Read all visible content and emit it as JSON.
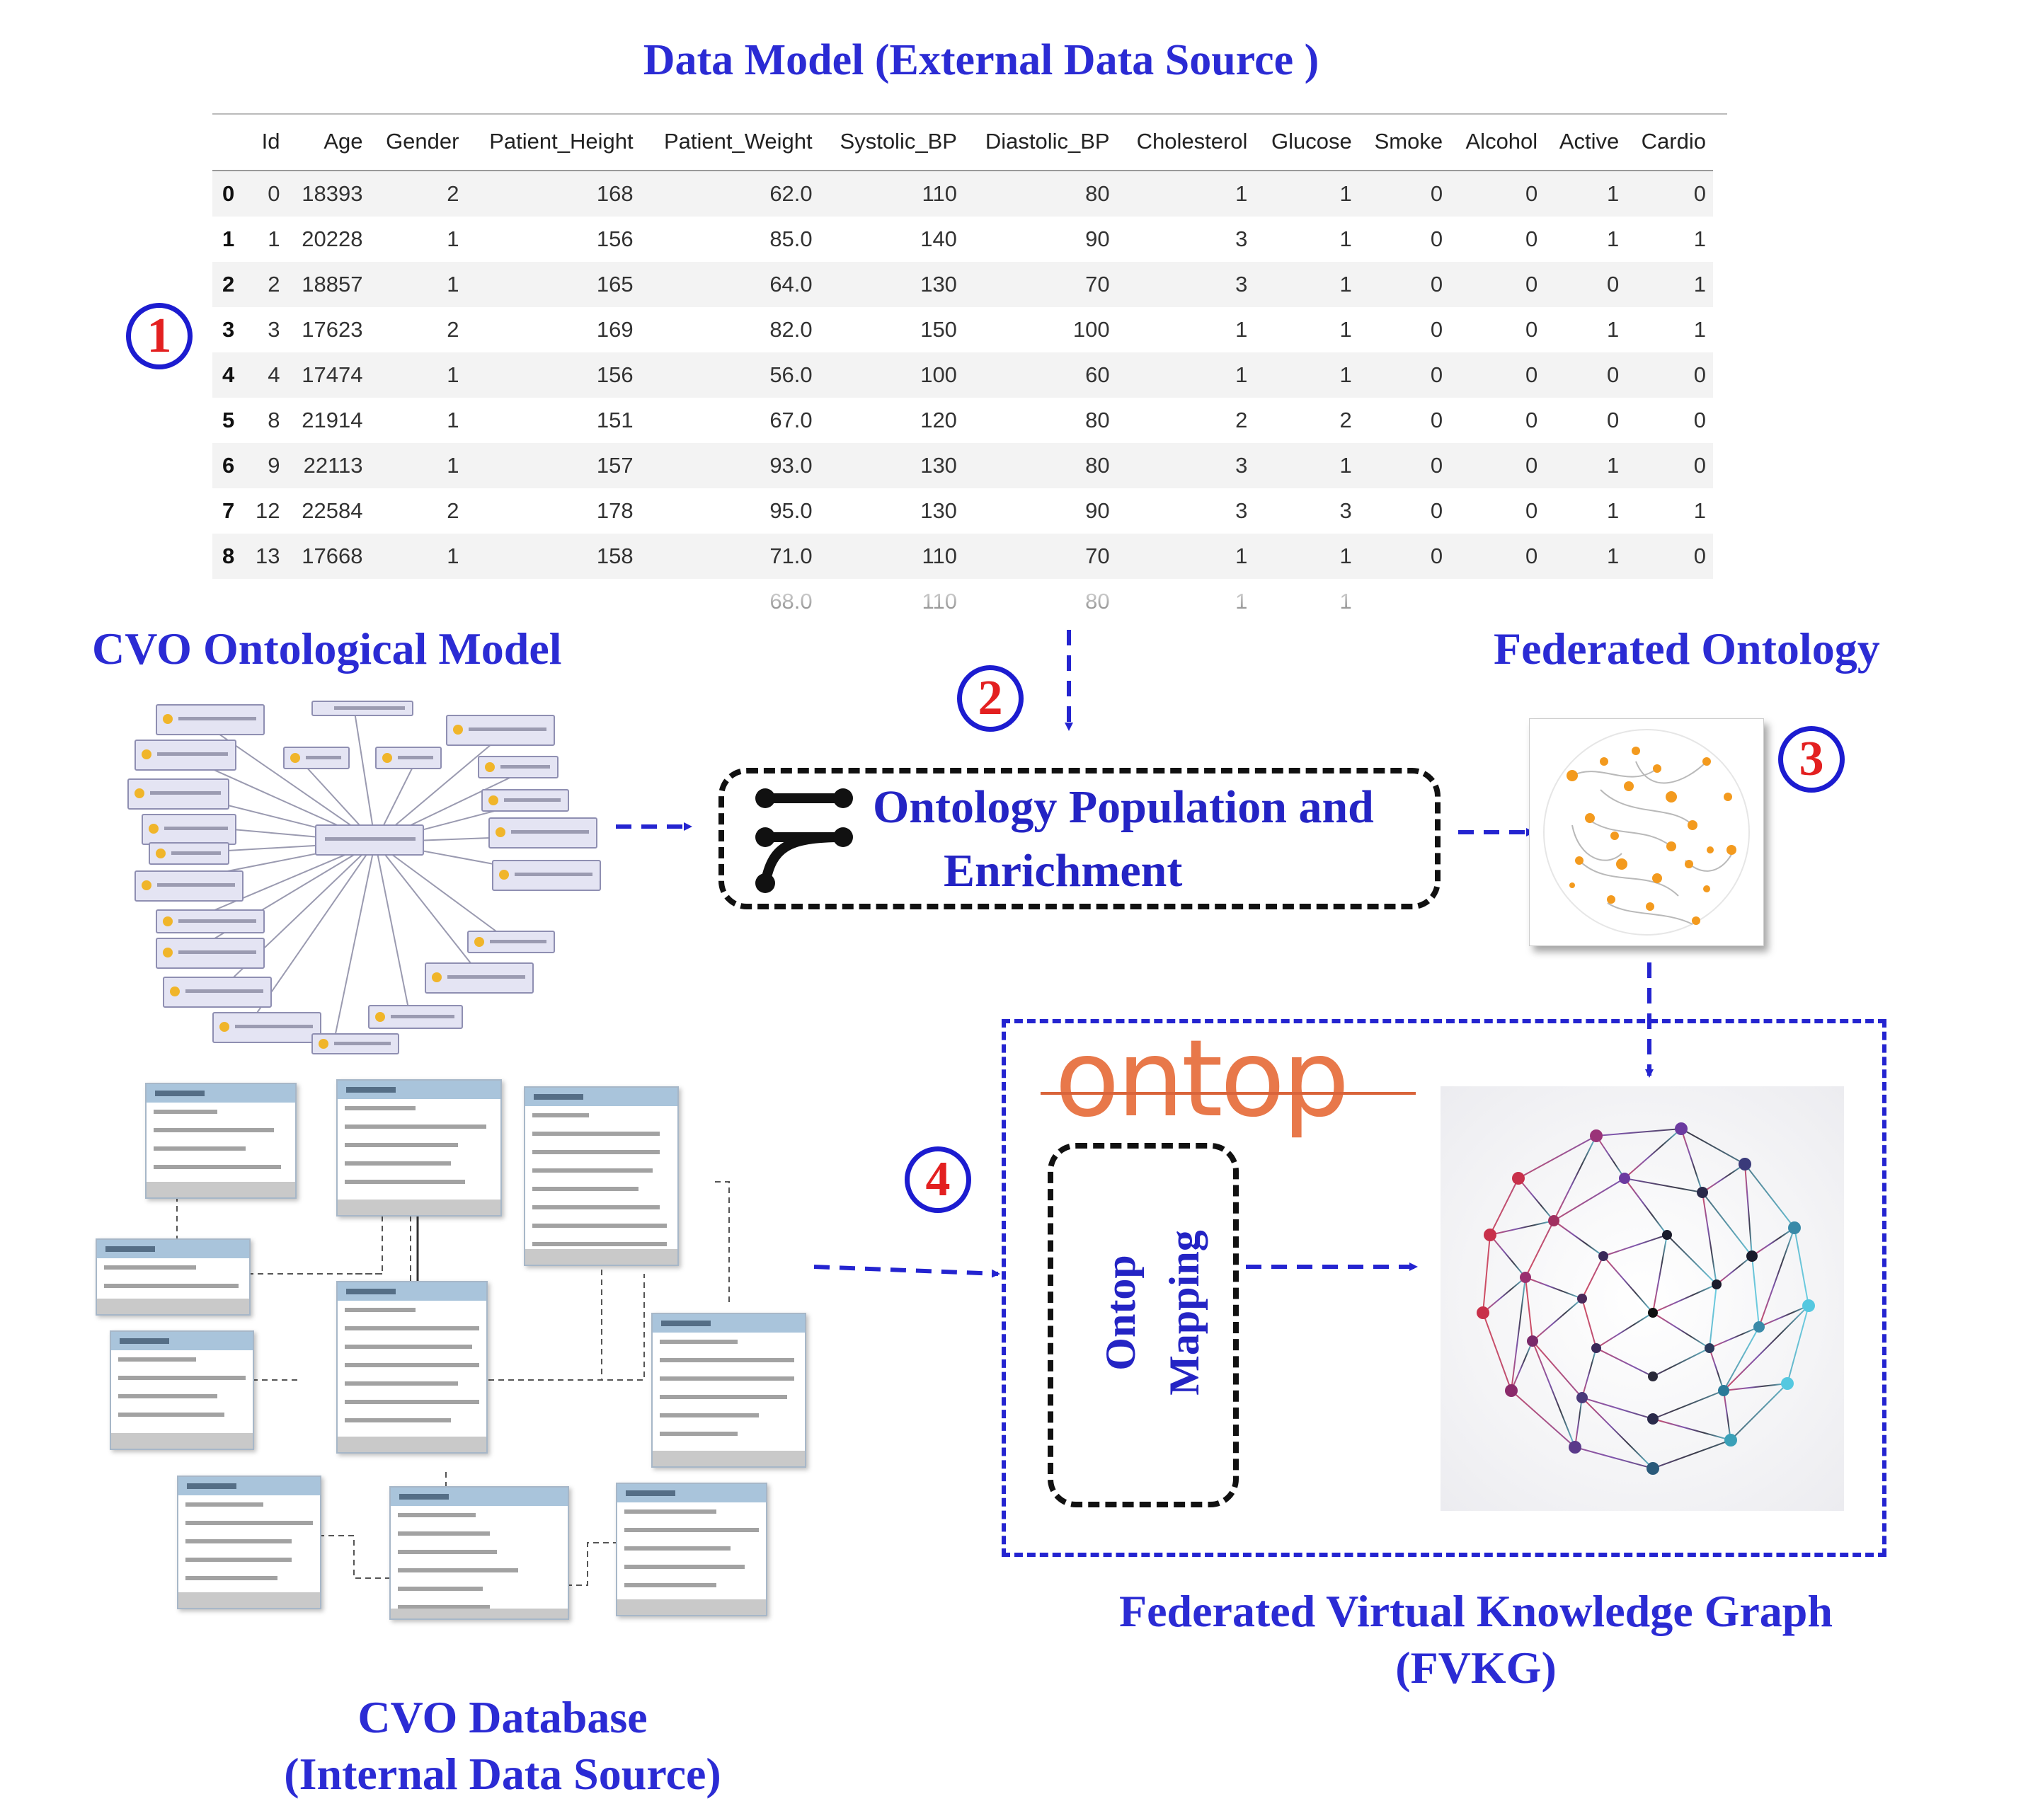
{
  "titles": {
    "data_model": "Data Model (External Data Source )",
    "cvo_ontological_model": "CVO Ontological Model",
    "federated_ontology": "Federated Ontology",
    "cvo_database_line1": "CVO Database",
    "cvo_database_line2": "(Internal Data Source)",
    "fvkg_line1": "Federated Virtual Knowledge Graph",
    "fvkg_line2": "(FVKG)"
  },
  "steps": [
    "1",
    "2",
    "3",
    "4"
  ],
  "process": {
    "line1": "Ontology Population and",
    "line2": "Enrichment"
  },
  "ontop": {
    "logo": "ontop",
    "mapping_line1": "Ontop",
    "mapping_line2": "Mapping"
  },
  "table": {
    "columns": [
      "",
      "Id",
      "Age",
      "Gender",
      "Patient_Height",
      "Patient_Weight",
      "Systolic_BP",
      "Diastolic_BP",
      "Cholesterol",
      "Glucose",
      "Smoke",
      "Alcohol",
      "Active",
      "Cardio"
    ],
    "rows": [
      [
        "0",
        "0",
        "18393",
        "2",
        "168",
        "62.0",
        "110",
        "80",
        "1",
        "1",
        "0",
        "0",
        "1",
        "0"
      ],
      [
        "1",
        "1",
        "20228",
        "1",
        "156",
        "85.0",
        "140",
        "90",
        "3",
        "1",
        "0",
        "0",
        "1",
        "1"
      ],
      [
        "2",
        "2",
        "18857",
        "1",
        "165",
        "64.0",
        "130",
        "70",
        "3",
        "1",
        "0",
        "0",
        "0",
        "1"
      ],
      [
        "3",
        "3",
        "17623",
        "2",
        "169",
        "82.0",
        "150",
        "100",
        "1",
        "1",
        "0",
        "0",
        "1",
        "1"
      ],
      [
        "4",
        "4",
        "17474",
        "1",
        "156",
        "56.0",
        "100",
        "60",
        "1",
        "1",
        "0",
        "0",
        "0",
        "0"
      ],
      [
        "5",
        "8",
        "21914",
        "1",
        "151",
        "67.0",
        "120",
        "80",
        "2",
        "2",
        "0",
        "0",
        "0",
        "0"
      ],
      [
        "6",
        "9",
        "22113",
        "1",
        "157",
        "93.0",
        "130",
        "80",
        "3",
        "1",
        "0",
        "0",
        "1",
        "0"
      ],
      [
        "7",
        "12",
        "22584",
        "2",
        "178",
        "95.0",
        "130",
        "90",
        "3",
        "3",
        "0",
        "0",
        "1",
        "1"
      ],
      [
        "8",
        "13",
        "17668",
        "1",
        "158",
        "71.0",
        "110",
        "70",
        "1",
        "1",
        "0",
        "0",
        "1",
        "0"
      ]
    ],
    "partial_row": [
      "",
      "",
      "",
      "",
      "",
      "68.0",
      "110",
      "80",
      "1",
      "1",
      "",
      "",
      "",
      ""
    ]
  },
  "colors": {
    "title_blue": "#2b2bd4",
    "number_red": "#e32020",
    "ontop_orange": "#e8784a",
    "node_orange": "#f39a1e"
  }
}
